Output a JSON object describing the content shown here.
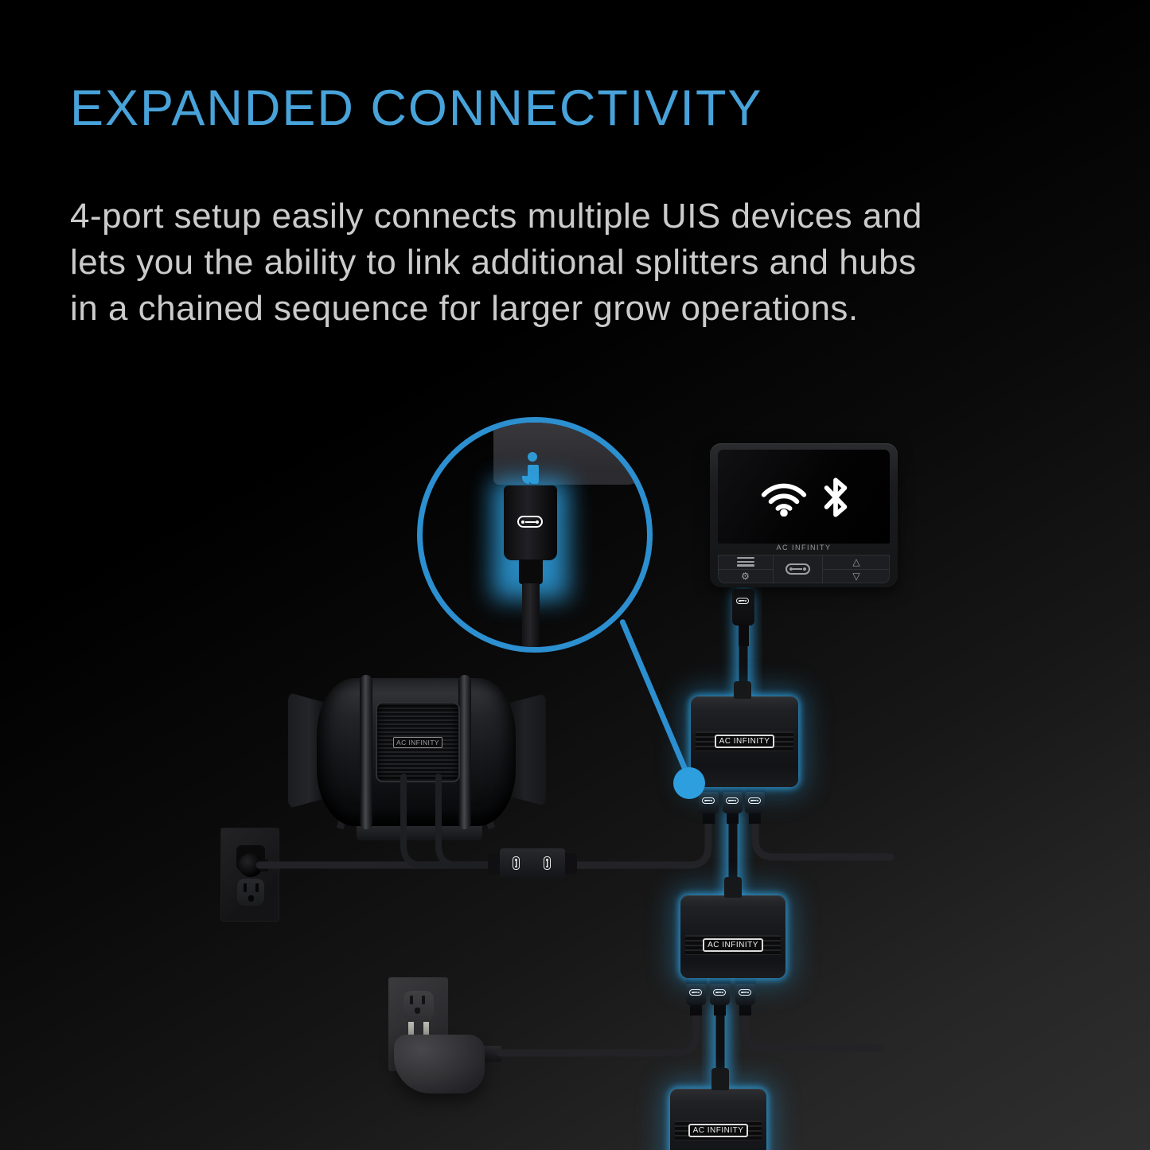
{
  "title": "EXPANDED CONNECTIVITY",
  "body_lines": [
    "4-port setup easily connects multiple UIS devices and",
    "lets you the ability to link additional splitters and hubs",
    "in a chained sequence for larger grow operations."
  ],
  "colors": {
    "accent_blue": "#48a3da",
    "glow_blue": "#2d9ede",
    "ring_blue": "#2c8fd0",
    "body_text": "#cbcbcb"
  },
  "controller": {
    "brand_label": "AC INFINITY"
  },
  "fan": {
    "brand_label": "AC INFINITY"
  },
  "splitters": {
    "brand_label": "AC INFINITY"
  },
  "glyphs": {
    "gear": "⚙",
    "up": "△",
    "down": "▽"
  }
}
